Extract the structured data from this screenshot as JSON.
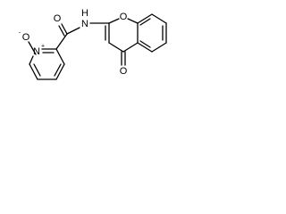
{
  "molecule": {
    "atoms": {
      "amide_oxygen": "O",
      "amide_nitrogen": "N",
      "amide_hydrogen": "H",
      "ring_oxygen": "O",
      "ketone_oxygen": "O",
      "pyridine_nitrogen": "N",
      "n_oxide_charge": "+",
      "n_oxide_oxygen": "O",
      "n_oxide_oxygen_charge": "-"
    }
  }
}
